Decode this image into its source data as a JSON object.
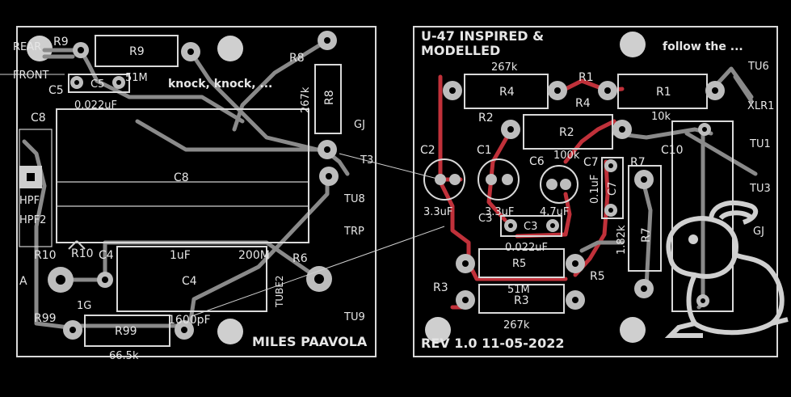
{
  "left_board": {
    "labels": {
      "rear": "REAR",
      "front": "FRONT",
      "r9_ref": "R9",
      "r9_body": "R9",
      "c5_ref": "C5",
      "c5_body": "C5",
      "c5_value": "51M",
      "c5_cap": "0.022uF",
      "r8_ref": "R8",
      "r8_body": "R8",
      "r8_value": "267k",
      "c8_ref": "C8",
      "c8_body": "C8",
      "knock": "knock, knock, ...",
      "gj": "GJ",
      "tu_ref": "T3",
      "hpf": "HPF",
      "hpf2": "HPF2",
      "tu8": "TU8",
      "trp": "TRP",
      "r10": "R10",
      "r10b": "R10",
      "c4": "C4",
      "c4_value": "1uF",
      "c4_body": "C4",
      "r6_value": "200M",
      "r6": "R6",
      "a": "A",
      "one_g": "1G",
      "tube2": "TUBE2",
      "r99": "R99",
      "r99_body": "R99",
      "r99_value": "66.5k",
      "cap_1600": "1600pF",
      "tu9": "TU9",
      "author": "MILES PAAVOLA"
    }
  },
  "right_board": {
    "labels": {
      "title_line1": "U-47 INSPIRED &",
      "title_line2": "MODELLED",
      "follow": "follow the ...",
      "tu6": "TU6",
      "r4_value": "267k",
      "r4_body": "R4",
      "r1_ref": "R1",
      "r4_ref": "R4",
      "r1_body": "R1",
      "xlr1": "XLR1",
      "r1_value": "10k",
      "r2_ref": "R2",
      "r2_body": "R2",
      "c2": "C2",
      "c1": "C1",
      "c6": "C6",
      "c6_value": "100k",
      "c7_ref": "C7",
      "c7_body": "C7",
      "c7_value": "0.1uF",
      "r7_ref": "R7",
      "r7_body": "R7",
      "r7_value": "1.82k",
      "c10": "C10",
      "tu1": "TU1",
      "tu3": "TU3",
      "gj": "GJ",
      "c2_value": "3.3uF",
      "c1_value": "3.3uF",
      "c6_cap": "4.7uF",
      "c3_ref": "C3",
      "c3_body": "C3",
      "c3_value": "0.022uF",
      "r5_body": "R5",
      "r5_ref": "R5",
      "r3_ref": "R3",
      "r3_value": "51M",
      "r3_body": "R3",
      "r3_bottom": "267k",
      "rev": "REV 1.0 11-05-2022"
    }
  }
}
